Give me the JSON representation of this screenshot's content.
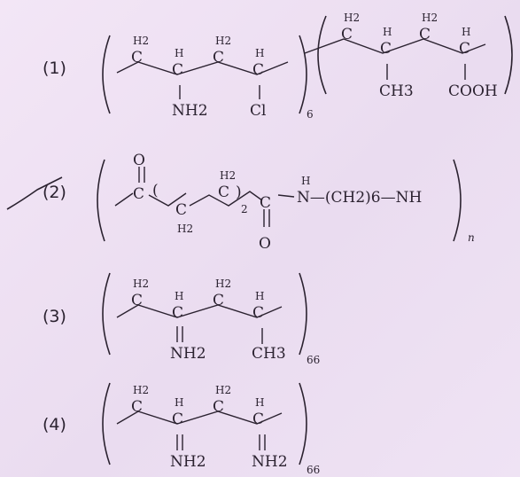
{
  "options": [
    {
      "number": "(1)",
      "left_unit": {
        "atoms": [
          "C",
          "C",
          "C",
          "C"
        ],
        "h_labels": [
          "H2",
          "H",
          "H2",
          "H"
        ],
        "substituents": [
          "NH2",
          "Cl"
        ],
        "repeat": "6"
      },
      "right_unit": {
        "atoms": [
          "C",
          "C",
          "C",
          "C"
        ],
        "h_labels": [
          "H2",
          "H",
          "H2",
          "H"
        ],
        "substituents": [
          "CH3",
          "COOH"
        ]
      }
    },
    {
      "number": "(2)",
      "carbonyl_o": "O",
      "carbonyl_c": "C",
      "ch2_top": "H2",
      "ch2_bottom": "H2",
      "inner_repeat": "2",
      "chain_text": "N—(CH2)6—NH",
      "nh_h": "H",
      "repeat": "n"
    },
    {
      "number": "(3)",
      "atoms": [
        "C",
        "C",
        "C",
        "C"
      ],
      "h_labels": [
        "H2",
        "H",
        "H2",
        "H"
      ],
      "substituents": [
        "NH2",
        "CH3"
      ],
      "repeat": "66"
    },
    {
      "number": "(4)",
      "atoms": [
        "C",
        "C",
        "C",
        "C"
      ],
      "h_labels": [
        "H2",
        "H",
        "H2",
        "H"
      ],
      "substituents": [
        "NH2",
        "NH2"
      ],
      "repeat": "66"
    }
  ],
  "colors": {
    "background": "#efe2f3",
    "ink": "#2b2230"
  }
}
